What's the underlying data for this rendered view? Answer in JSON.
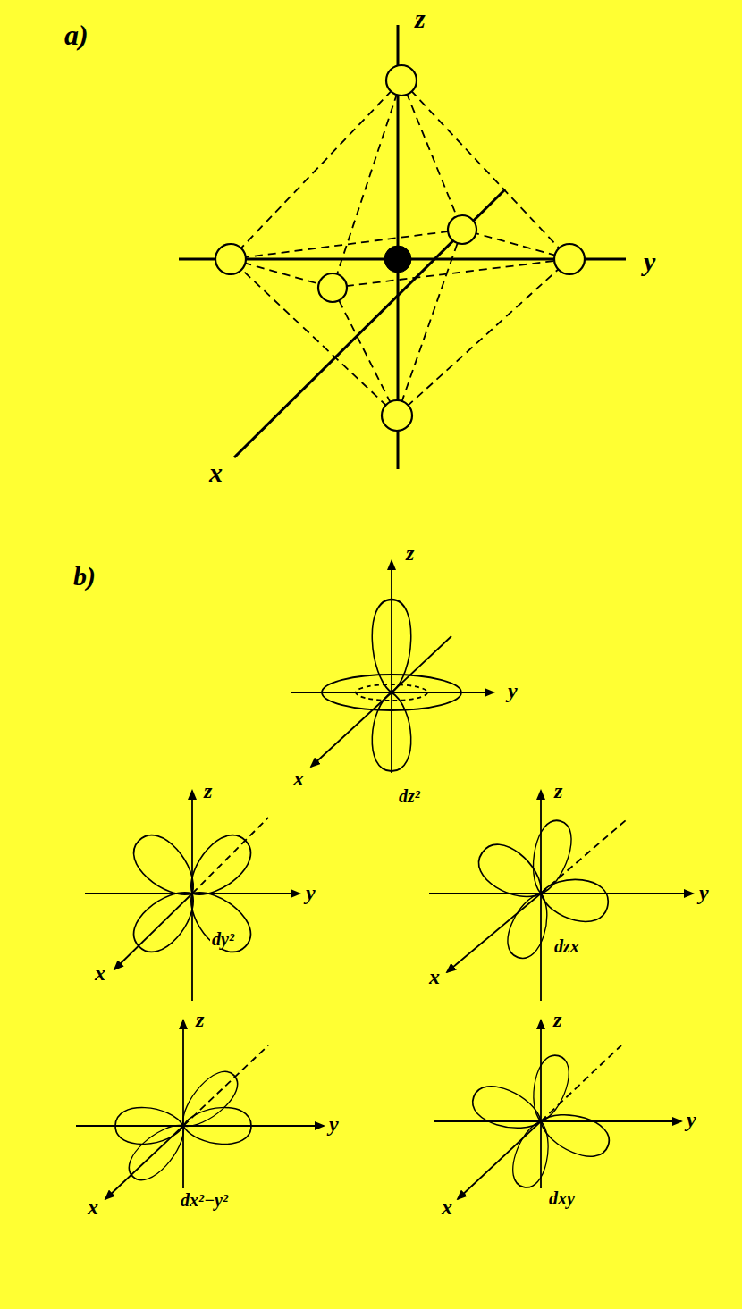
{
  "diagram": {
    "labels": [
      "a)",
      "z",
      "y",
      "x",
      "b)",
      "z",
      "y",
      "x",
      "dz²",
      "z",
      "y",
      "x",
      "dy²",
      "z",
      "y",
      "x",
      "dzx",
      "z",
      "y",
      "x",
      "dx²−y²",
      "z",
      "y",
      "x",
      "dxy"
    ]
  }
}
